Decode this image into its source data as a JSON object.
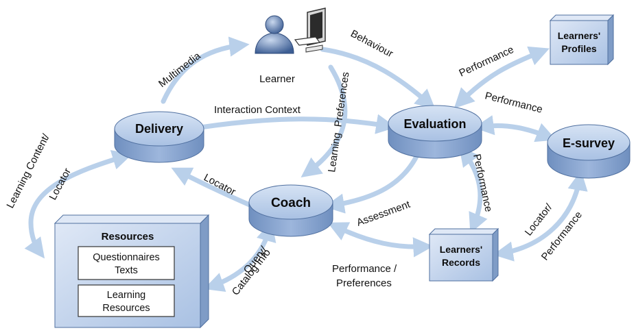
{
  "colors": {
    "arrow": "#b9d0ea",
    "node_top": "#b8cdea",
    "node_side": "#7f9cc6",
    "box_face": "#c5d6ee",
    "box_side": "#7f9cc6",
    "text": "#111111"
  },
  "nodes": {
    "delivery": "Delivery",
    "coach": "Coach",
    "evaluation": "Evaluation",
    "esurvey": "E-survey",
    "learner": "Learner"
  },
  "boxes": {
    "resources": {
      "title": "Resources",
      "item1_line1": "Questionnaires",
      "item1_line2": "Texts",
      "item2_line1": "Learning",
      "item2_line2": "Resources"
    },
    "learners_profiles": {
      "line1": "Learners'",
      "line2": "Profiles"
    },
    "learners_records": {
      "line1": "Learners'",
      "line2": "Records"
    }
  },
  "edges": {
    "multimedia": "Multimedia",
    "behaviour": "Behaviour",
    "learning_preferences": "Learning  Preferences",
    "interaction_context": "Interaction Context",
    "learning_content": "Learning Content/",
    "locator_left": "Locator",
    "locator_coach": "Locator",
    "performance_profiles": "Performance",
    "performance_esurvey": "Performance",
    "performance_records": "Performance",
    "assessment": "Assessment",
    "perf_pref_line1": "Performance /",
    "perf_pref_line2": "Preferences",
    "query": "Query/",
    "catalog_info": "Catalog Info",
    "locator_esurvey": "Locator/",
    "performance_esurvey_records": "Performance"
  }
}
